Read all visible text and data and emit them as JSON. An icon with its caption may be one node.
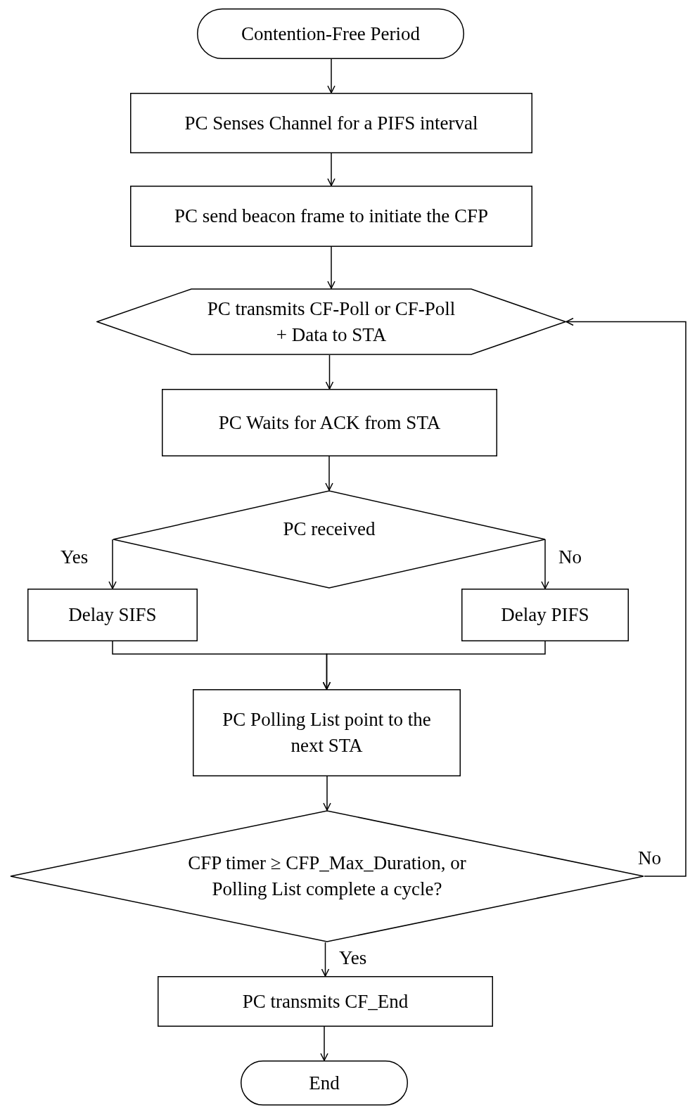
{
  "diagram": {
    "nodes": [
      {
        "text": [
          "Contention-Free Period"
        ]
      },
      {
        "text": [
          "PC Senses Channel for a PIFS interval"
        ]
      },
      {
        "text": [
          "PC send beacon frame to initiate the CFP"
        ]
      },
      {
        "text": [
          "PC transmits CF-Poll or CF-Poll + Data to STA"
        ]
      },
      {
        "text": [
          "PC Waits for ACK from STA"
        ]
      },
      {
        "text": [
          "PC received"
        ]
      },
      {
        "text": [
          "Delay SIFS"
        ]
      },
      {
        "text": [
          "Delay PIFS"
        ]
      },
      {
        "text": [
          "PC Polling List point to the next STA"
        ]
      },
      {
        "text": [
          "CFP timer ≥ CFP_Max_Duration, or Polling List complete a cycle?"
        ]
      },
      {
        "text": [
          "PC transmits CF_End"
        ]
      },
      {
        "text": [
          "End"
        ]
      }
    ],
    "edges": [
      {
        "from": 0,
        "to": 1,
        "arrow": "to"
      },
      {
        "from": 1,
        "to": 2,
        "arrow": "to"
      },
      {
        "from": 2,
        "to": 3,
        "arrow": "to"
      },
      {
        "from": 3,
        "to": 4,
        "arrow": "to"
      },
      {
        "from": 4,
        "to": 5,
        "arrow": "to"
      },
      {
        "from": 5,
        "to": 6,
        "arrow": "to",
        "label": "Yes"
      },
      {
        "from": 5,
        "to": 7,
        "arrow": "to",
        "label": "No"
      },
      {
        "from": 6,
        "to": 8,
        "arrow": "to"
      },
      {
        "from": 7,
        "to": 8,
        "arrow": "to"
      },
      {
        "from": 8,
        "to": 9,
        "arrow": "to"
      },
      {
        "from": 9,
        "to": 10,
        "arrow": "to",
        "label": "Yes"
      },
      {
        "from": 10,
        "to": 11,
        "arrow": "to"
      },
      {
        "from": 9,
        "to": 3,
        "arrow": "to",
        "label": "No"
      }
    ]
  }
}
